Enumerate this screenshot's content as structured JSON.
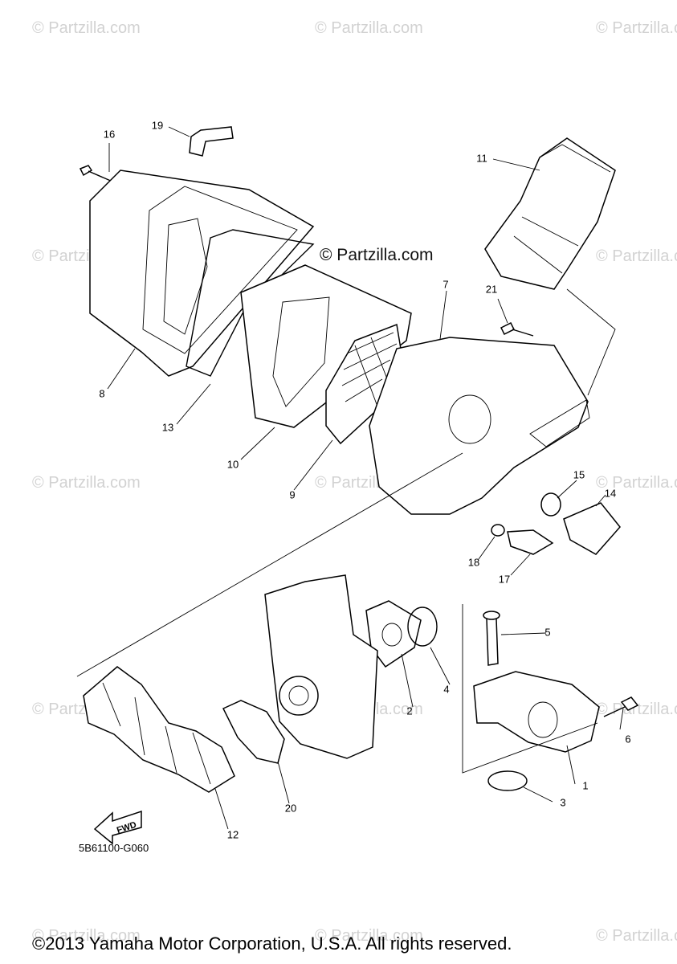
{
  "watermark": "© Partzilla.com",
  "brand_label": "© Partzilla.com",
  "diagram_code": "5B61100-G060",
  "copyright": "©2013 Yamaha Motor Corporation, U.S.A. All rights reserved.",
  "fwd_label": "FWD",
  "callouts": {
    "c1": "1",
    "c2": "2",
    "c3": "3",
    "c4": "4",
    "c5": "5",
    "c6": "6",
    "c7": "7",
    "c8": "8",
    "c9": "9",
    "c10": "10",
    "c11": "11",
    "c12": "12",
    "c13": "13",
    "c14": "14",
    "c15": "15",
    "c16": "16",
    "c17": "17",
    "c18": "18",
    "c19": "19",
    "c20": "20",
    "c21": "21"
  }
}
